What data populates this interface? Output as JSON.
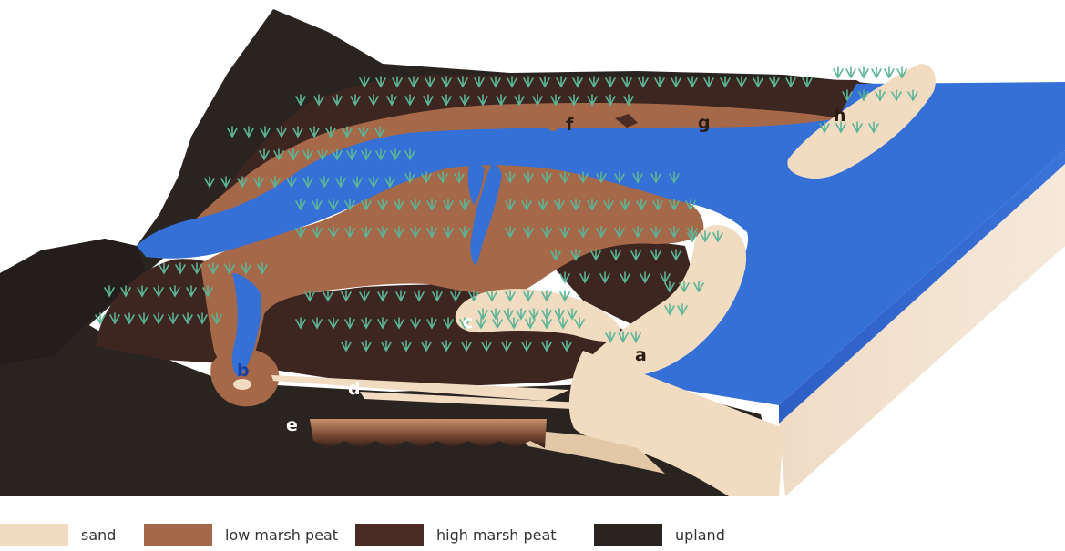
{
  "diagram": {
    "labels": {
      "a": "a",
      "b": "b",
      "c": "c",
      "d": "d",
      "e": "e",
      "f": "f",
      "g": "g",
      "h": "h"
    }
  },
  "legend": {
    "items": [
      {
        "key": "sand",
        "label": "sand",
        "color": "#f1dcc2"
      },
      {
        "key": "low-marsh-peat",
        "label": "low marsh peat",
        "color": "#a5694a"
      },
      {
        "key": "high-marsh-peat",
        "label": "high marsh peat",
        "color": "#4b2c24"
      },
      {
        "key": "upland",
        "label": "upland",
        "color": "#2a2421"
      }
    ]
  },
  "colors": {
    "water": "#3570d6",
    "water_side": "#2f63c6",
    "upland": "#2a2421",
    "high_marsh": "#3d2620",
    "low_marsh": "#a5694a",
    "sand": "#f1dcc2",
    "grass": "#5bb596"
  }
}
